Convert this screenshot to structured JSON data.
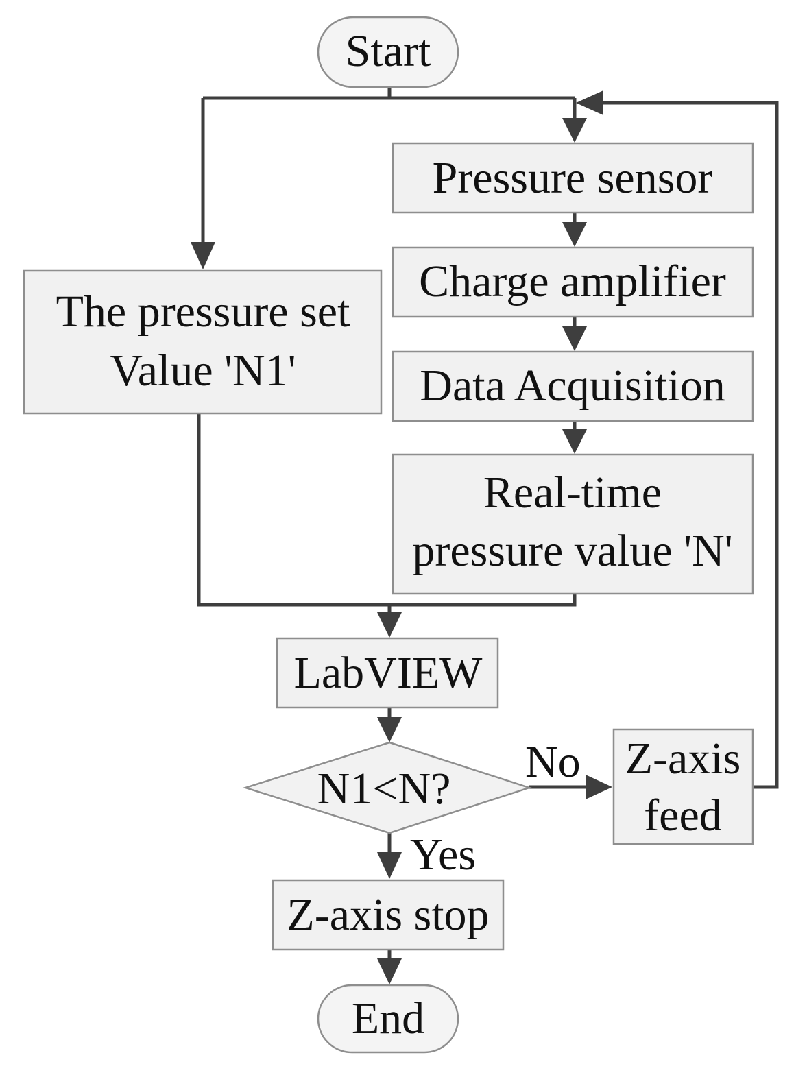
{
  "nodes": {
    "start": "Start",
    "pressure_sensor": "Pressure sensor",
    "charge_amplifier": "Charge amplifier",
    "data_acquisition": "Data Acquisition",
    "realtime_line1": "Real-time",
    "realtime_line2": "pressure value 'N'",
    "setvalue_line1": "The pressure set",
    "setvalue_line2": "Value 'N1'",
    "labview": "LabVIEW",
    "decision": "N1<N?",
    "zfeed_line1": "Z-axis",
    "zfeed_line2": "feed",
    "zstop": "Z-axis stop",
    "end": "End"
  },
  "edges": {
    "no_label": "No",
    "yes_label": "Yes"
  }
}
